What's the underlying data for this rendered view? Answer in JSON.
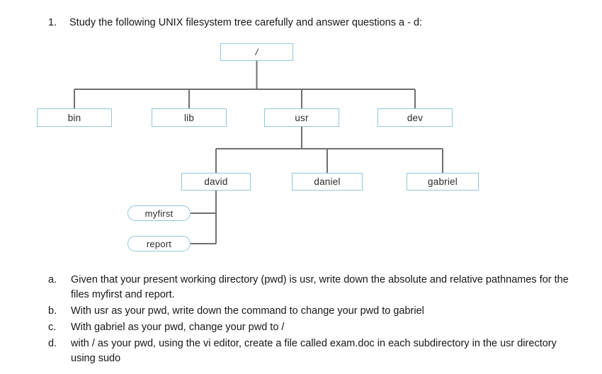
{
  "question": {
    "number": "1.",
    "text": "Study the following UNIX filesystem tree carefully and answer questions a - d:"
  },
  "diagram": {
    "type": "tree",
    "title": "UNIX filesystem tree",
    "node_border_color": "#8fc8d8",
    "connector_color": "#6f6f6f",
    "nodes": {
      "root": "/",
      "bin": "bin",
      "lib": "lib",
      "usr": "usr",
      "dev": "dev",
      "david": "david",
      "daniel": "daniel",
      "gabriel": "gabriel",
      "myfirst": "myfirst",
      "report": "report"
    },
    "edges": [
      "/ -> bin",
      "/ -> lib",
      "/ -> usr",
      "/ -> dev",
      "usr -> david",
      "usr -> daniel",
      "usr -> gabriel",
      "david -> myfirst",
      "david -> report"
    ]
  },
  "questions": [
    {
      "label": "a.",
      "text": "Given that your present working directory (pwd) is usr, write down the absolute and relative pathnames for the files myfirst and report."
    },
    {
      "label": "b.",
      "text": "With usr as your pwd, write down the command to change your pwd to gabriel"
    },
    {
      "label": "c.",
      "text": "With gabriel as your pwd, change your pwd to /"
    },
    {
      "label": "d.",
      "text": "with / as your pwd, using the vi editor, create a file called exam.doc in each subdirectory in the usr directory using sudo"
    }
  ]
}
